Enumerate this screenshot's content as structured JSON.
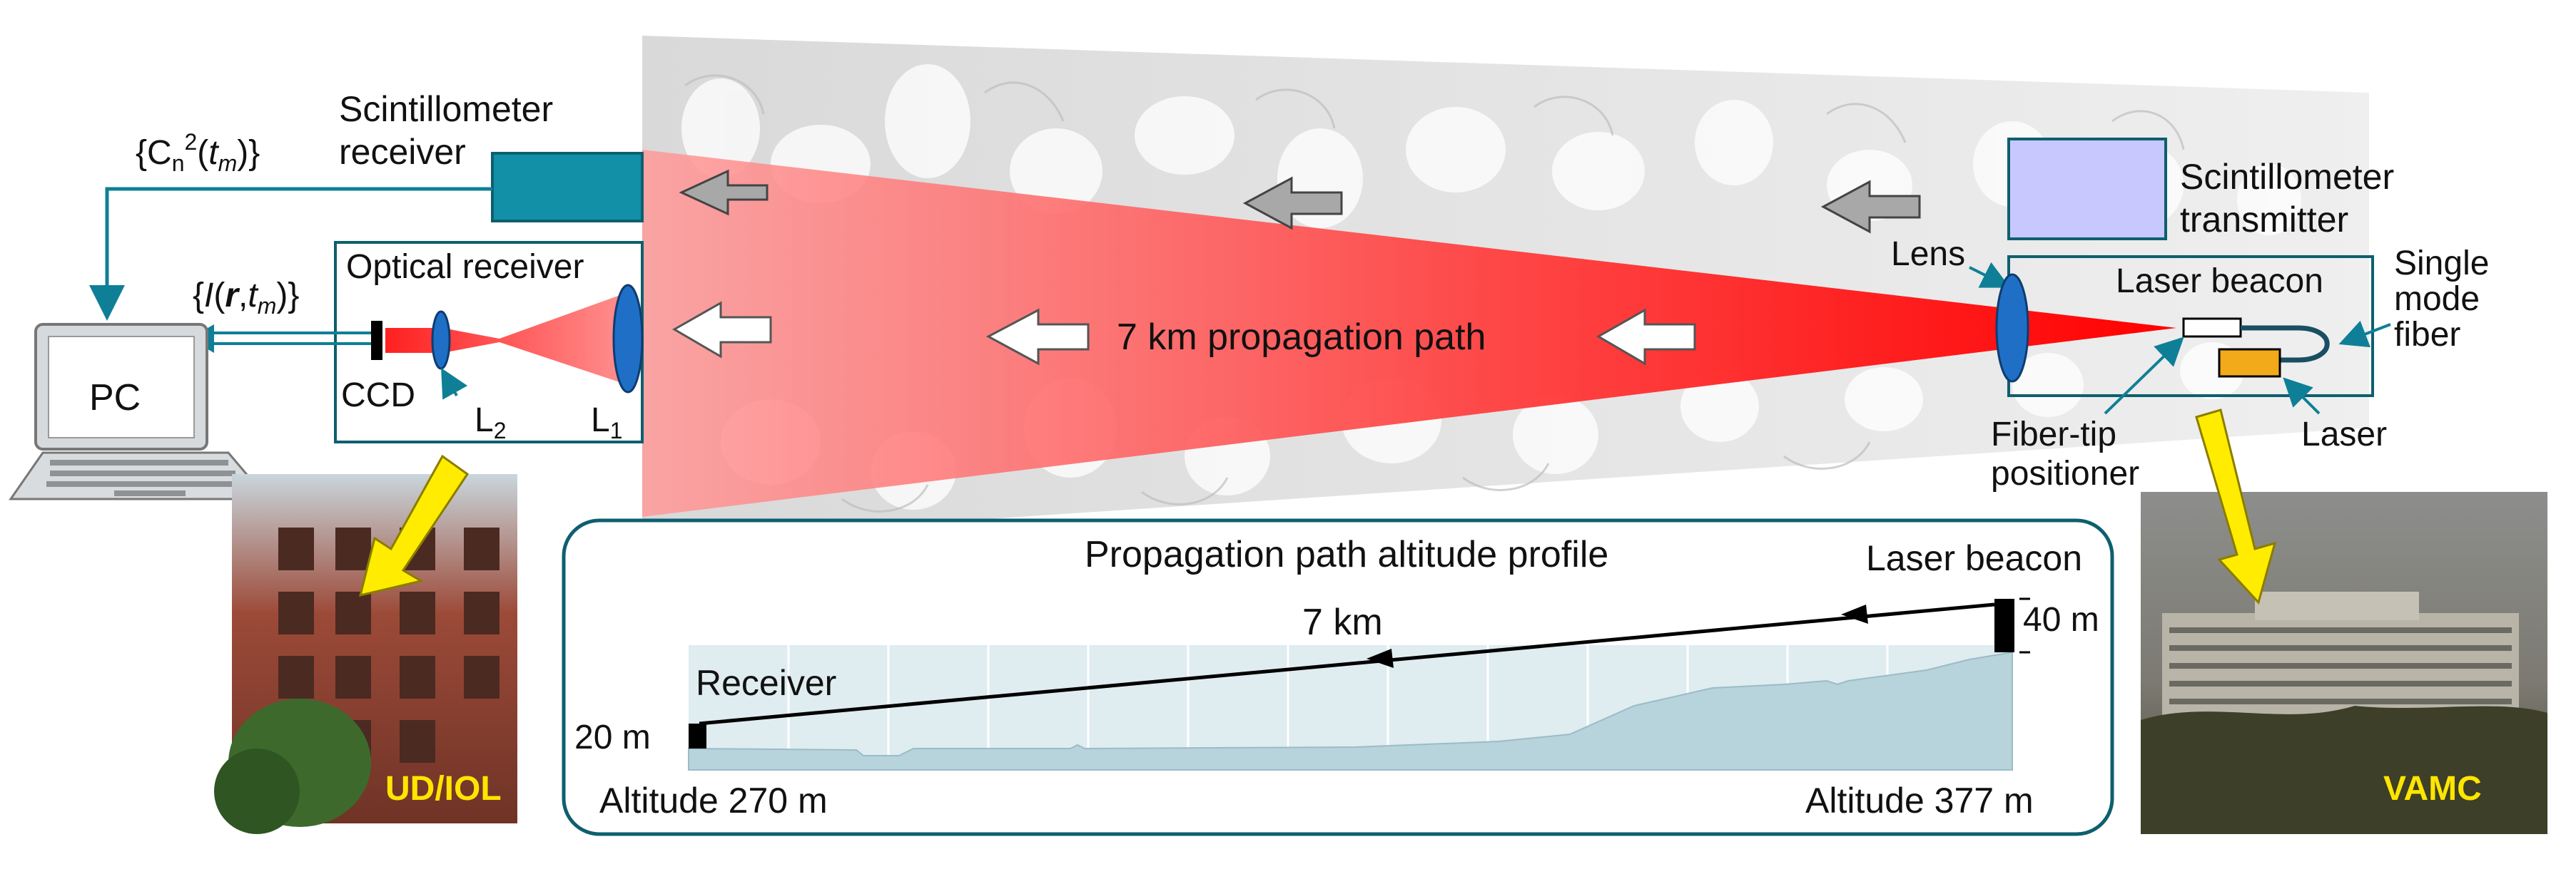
{
  "labels": {
    "cn2": "{C",
    "cn2_sub": "n",
    "cn2_sup": "2",
    "cn2_tail_open": "(",
    "cn2_t": "t",
    "cn2_m": "m",
    "cn2_close": ")}",
    "intensity_open": "{",
    "intensity_I": "I",
    "intensity_paren": "(",
    "intensity_r": "r",
    "intensity_comma": ",",
    "intensity_t": "t",
    "intensity_m": "m",
    "intensity_close": ")}",
    "scint_receiver_1": "Scintillometer",
    "scint_receiver_2": "receiver",
    "optical_receiver": "Optical receiver",
    "pc": "PC",
    "ccd": "CCD",
    "l2": "L",
    "l2_sub": "2",
    "l1": "L",
    "l1_sub": "1",
    "propagation_path": "7 km propagation path",
    "lens": "Lens",
    "laser_beacon": "Laser beacon",
    "single_mode_1": "Single",
    "single_mode_2": "mode",
    "single_mode_3": "fiber",
    "laser": "Laser",
    "fiber_tip_1": "Fiber-tip",
    "fiber_tip_2": "positioner",
    "scint_transmitter_1": "Scintillometer",
    "scint_transmitter_2": "transmitter",
    "photo_left": "UD/IOL",
    "photo_right": "VAMC"
  },
  "profile": {
    "title": "Propagation path altitude profile",
    "laser_beacon": "Laser beacon",
    "distance": "7 km",
    "receiver": "Receiver",
    "receiver_height": "20 m",
    "beacon_height": "40 m",
    "altitude_left": "Altitude 270 m",
    "altitude_right": "Altitude 377 m"
  },
  "colors": {
    "teal": "#0f7f97",
    "teal_dark": "#0e5f6e",
    "lens_blue": "#1f6fc6",
    "beam_red": "#ff1a1a",
    "laser_orange": "#f2a91a",
    "transmitter_fill": "#c8c8ff",
    "profile_fill": "#bcd9e1",
    "arrow_yellow": "#ffec00"
  }
}
